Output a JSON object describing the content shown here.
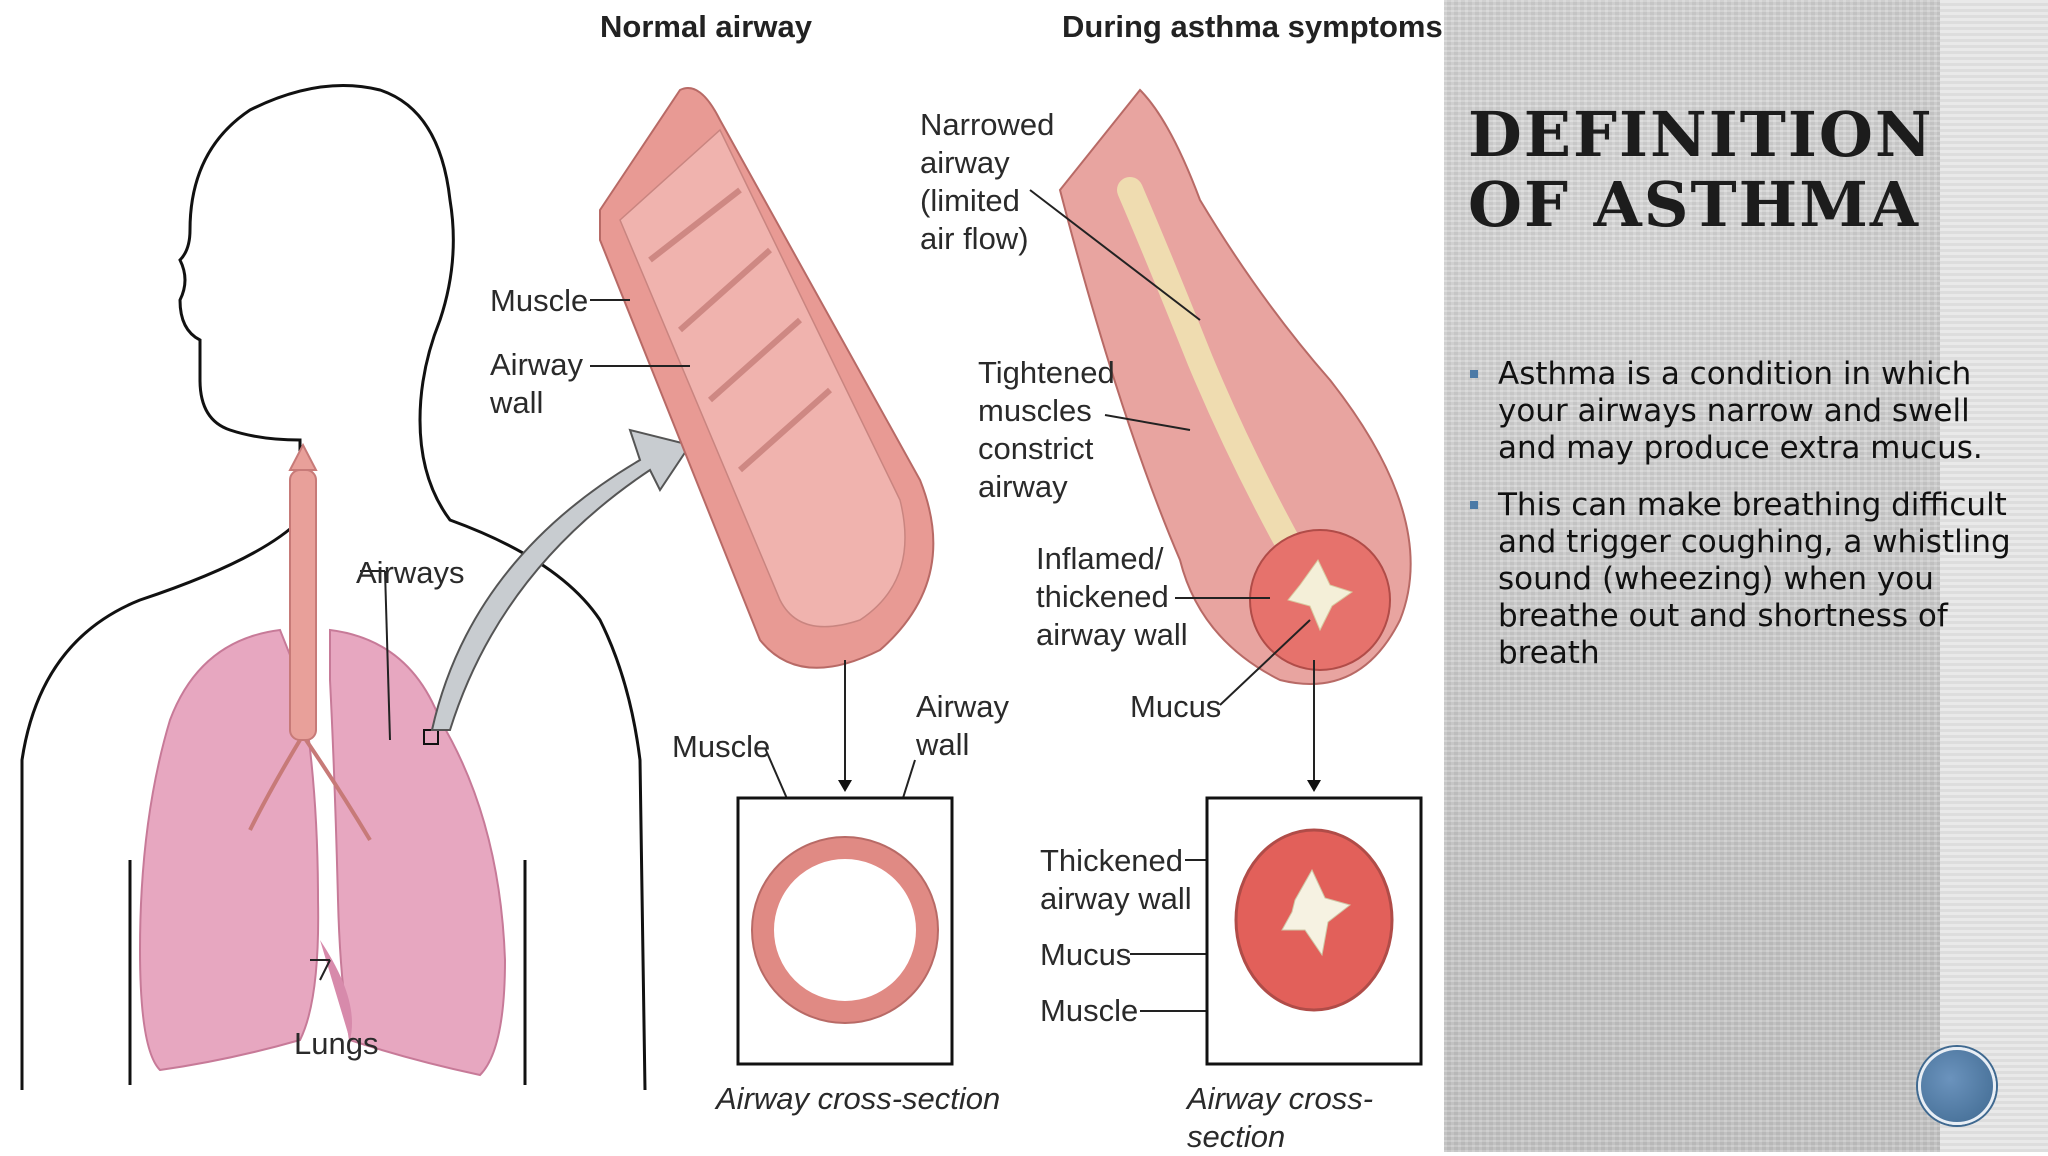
{
  "slide": {
    "title": "DEFINITION\nOF ASTHMA",
    "bullets": [
      "Asthma is a condition in which your airways narrow and swell and may produce extra mucus.",
      "This can make breathing difficult and trigger coughing, a whistling sound (wheezing) when you breathe out and shortness of breath"
    ],
    "bullet_color": "#4c7aa6"
  },
  "figure": {
    "headers": {
      "normal": "Normal airway",
      "asthma": "During asthma symptoms"
    },
    "labels": {
      "muscle_top": "Muscle",
      "airway_wall_top": "Airway\nwall",
      "airways": "Airways",
      "lungs": "Lungs",
      "muscle_cs": "Muscle",
      "airway_wall_cs": "Airway\nwall",
      "narrowed": "Narrowed\nairway\n(limited\nair flow)",
      "tightened": "Tightened\nmuscles\nconstrict\nairway",
      "inflamed": "Inflamed/\nthickened\nairway wall",
      "mucus": "Mucus",
      "thickened_cs": "Thickened\nairway wall",
      "mucus_cs": "Mucus",
      "muscle_cs2": "Muscle"
    },
    "captions": {
      "normal": "Airway cross-section",
      "asthma": "Airway cross-section"
    }
  },
  "nav": {
    "icon": "circle-nav-icon"
  },
  "colors": {
    "tissue": "#e89a94",
    "lung": "#e7a7c0",
    "panel": "#cfcfcf"
  }
}
